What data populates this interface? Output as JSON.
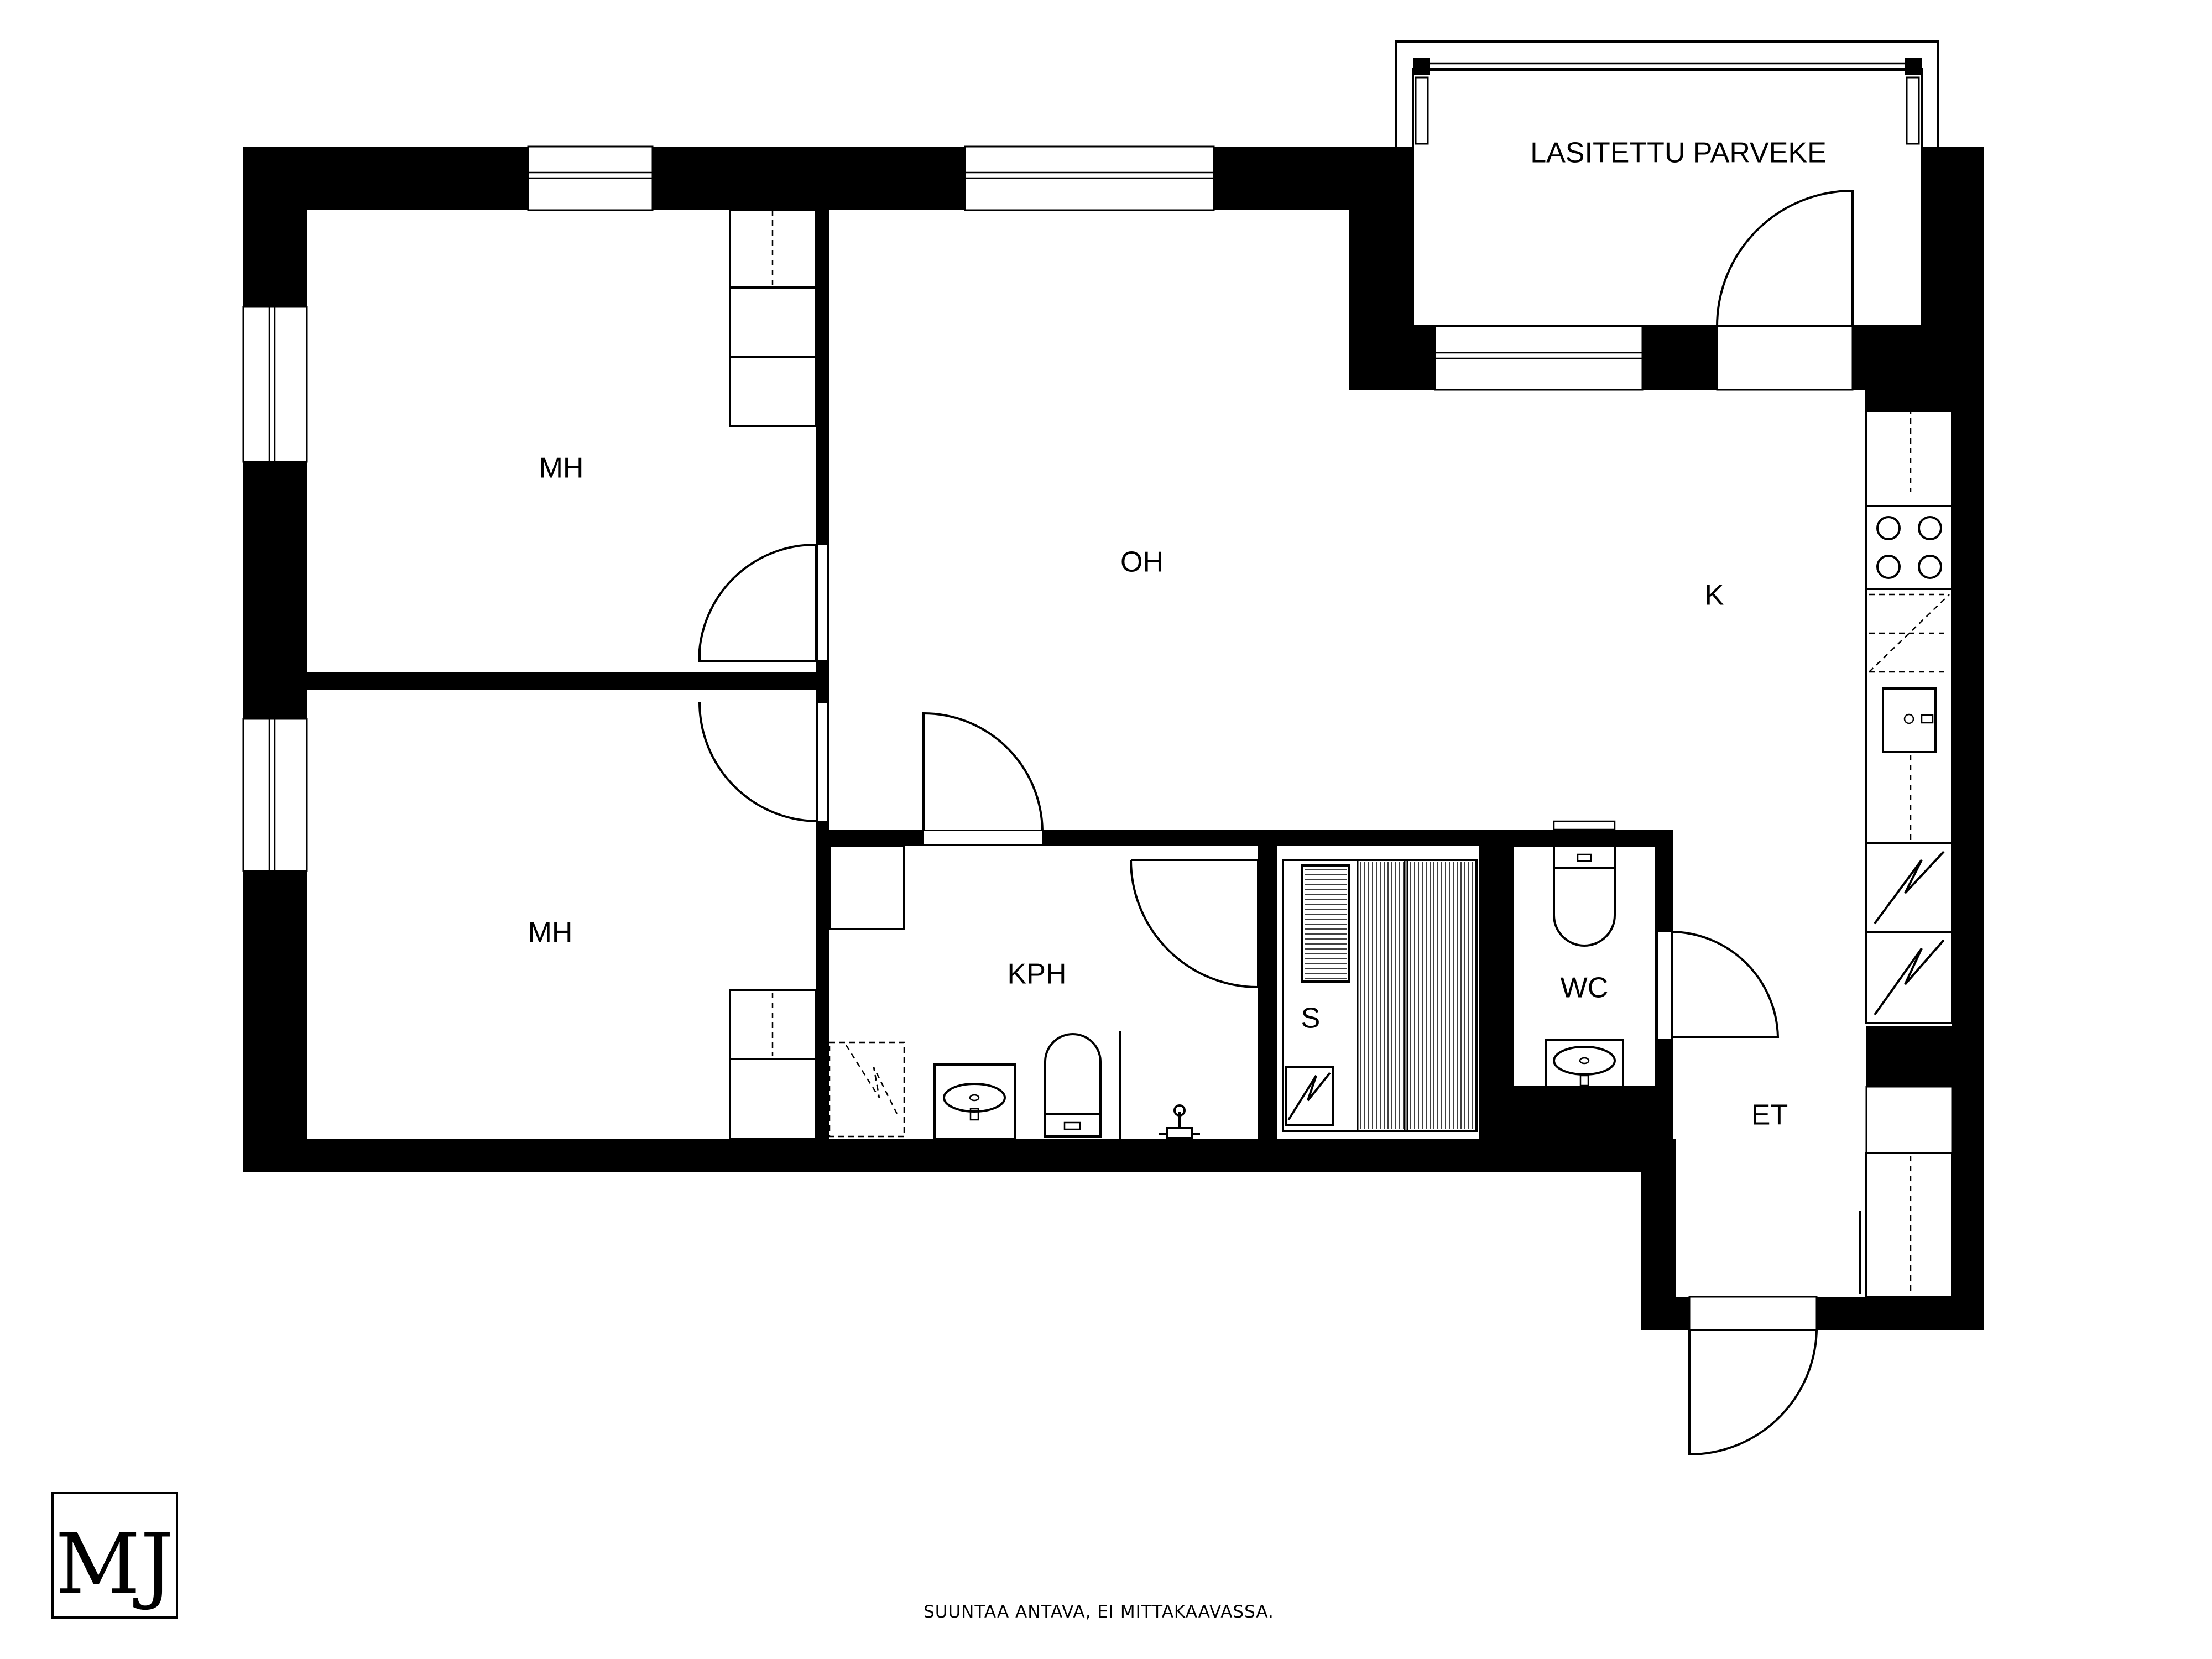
{
  "rooms": {
    "mh_top": "MH",
    "mh_bottom": "MH",
    "oh": "OH",
    "k": "K",
    "balcony": "LASITETTU PARVEKE",
    "kph": "KPH",
    "s": "S",
    "wc": "WC",
    "et": "ET"
  },
  "caption": "SUUNTAA ANTAVA, EI MITTAKAAVASSA.",
  "logo": {
    "text": "MJ"
  },
  "colors": {
    "wall": "#000000",
    "background": "#ffffff"
  }
}
